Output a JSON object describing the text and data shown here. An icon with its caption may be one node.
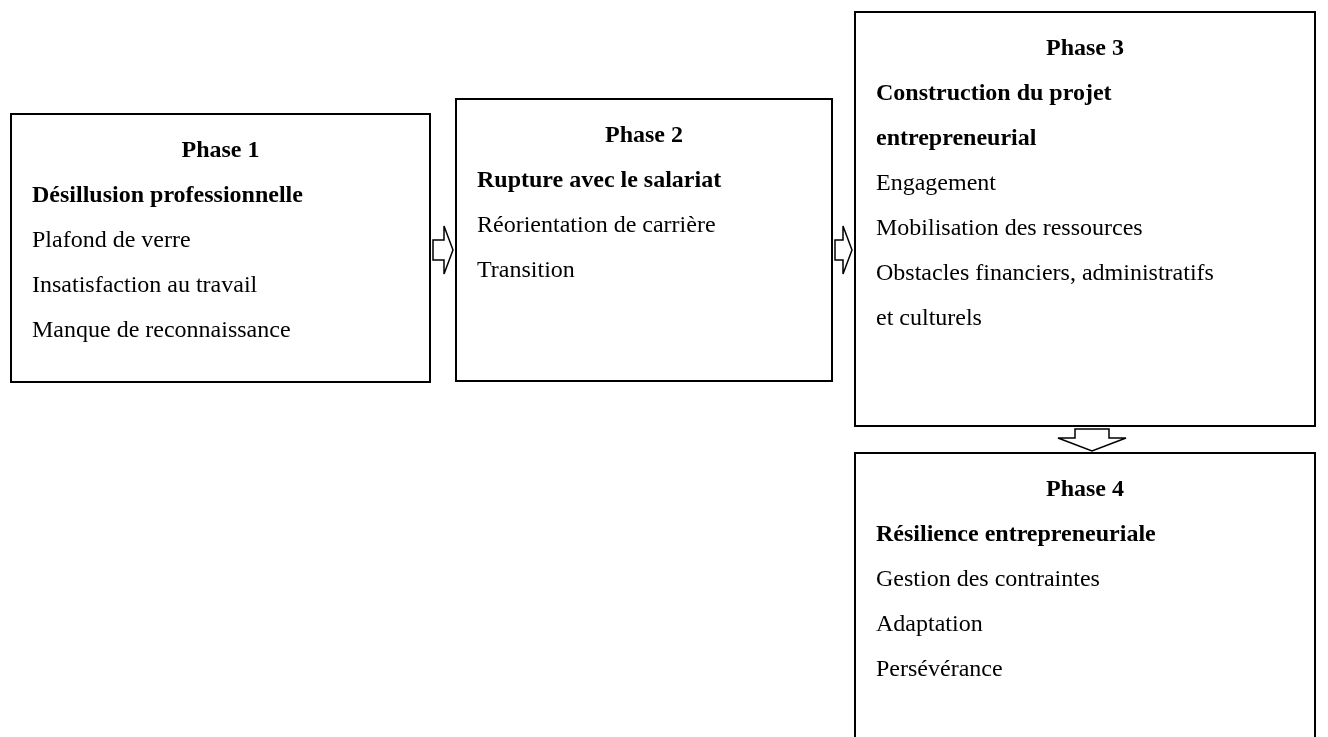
{
  "diagram": {
    "nodes": [
      {
        "text": [
          "Phase 1",
          "Désillusion professionnelle",
          "Plafond de verre",
          "Insatisfaction au travail",
          "Manque de reconnaissance"
        ]
      },
      {
        "text": [
          "Phase 2",
          "Rupture avec le salariat",
          "Réorientation de carrière",
          "Transition"
        ]
      },
      {
        "text": [
          "Phase 3",
          "Construction du projet entrepreneurial",
          "Engagement",
          "Mobilisation des ressources",
          "Obstacles financiers, administratifs et culturels"
        ]
      },
      {
        "text": [
          "Phase 4",
          "Résilience entrepreneuriale",
          "Gestion des contraintes",
          "Adaptation",
          "Persévérance"
        ]
      }
    ],
    "edges": [
      {
        "from": 0,
        "to": 1,
        "arrow": "to"
      },
      {
        "from": 1,
        "to": 2,
        "arrow": "to"
      },
      {
        "from": 2,
        "to": 3,
        "arrow": "to"
      }
    ]
  }
}
